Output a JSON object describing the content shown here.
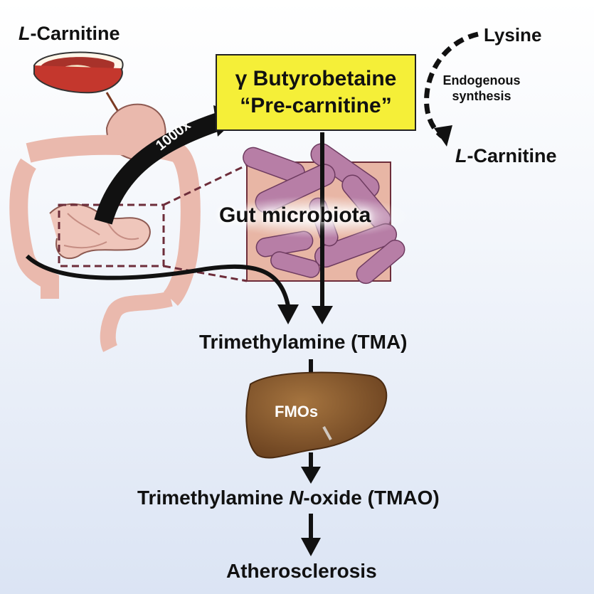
{
  "labels": {
    "l_carnitine_top_prefix": "L",
    "l_carnitine_top_suffix": "-Carnitine",
    "lysine": "Lysine",
    "endogenous_line1": "Endogenous",
    "endogenous_line2": "synthesis",
    "l_carnitine_right_prefix": "L",
    "l_carnitine_right_suffix": "-Carnitine",
    "box_line1": "γ Butyrobetaine",
    "box_line2": "“Pre-carnitine”",
    "fold": "1000x",
    "gut_microbiota": "Gut microbiota",
    "tma": "Trimethylamine (TMA)",
    "fmos": "FMOs",
    "tmao_prefix": "Trimethylamine ",
    "tmao_italic": "N",
    "tmao_suffix": "-oxide (TMAO)",
    "atherosclerosis": "Atherosclerosis"
  },
  "colors": {
    "box_fill": "#f5ef38",
    "liver": "#8a5a2b",
    "intestine": "#eab9ad",
    "bacteria": "#b77ea6",
    "inset": "#e8b6a5"
  }
}
